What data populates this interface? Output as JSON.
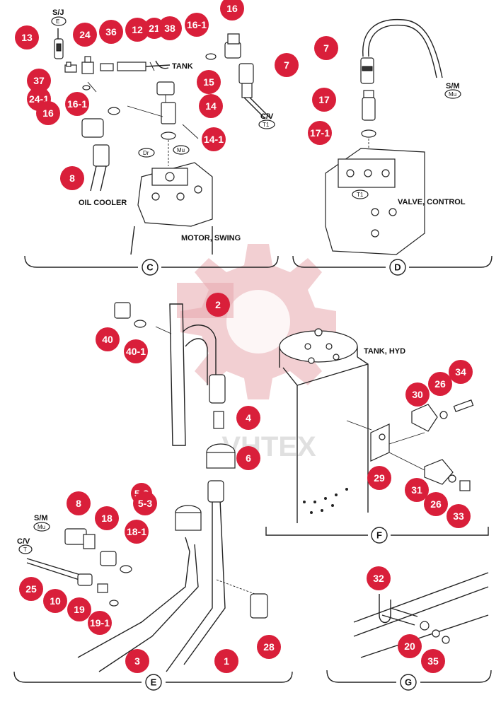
{
  "labels": {
    "sj": "S/J",
    "e_badge": "E",
    "tank": "TANK",
    "oil_cooler": "OIL COOLER",
    "motor_swing": "MOTOR, SWING",
    "cv": "C/V",
    "t1_badge": "T1",
    "dr_badge": "Dr",
    "mu_badge": "Mu",
    "sm": "S/M",
    "mu_badge_d": "Mu",
    "valve_control": "VALVE, CONTROL",
    "t1_badge_d": "T1",
    "tank_hyd": "TANK, HYD",
    "sm_e": "S/M",
    "mu_badge_e": "Mu",
    "cv_e": "C/V",
    "t_badge_e": "T",
    "watermark": "VHTEX"
  },
  "sections": {
    "c": "C",
    "d": "D",
    "e": "E",
    "f": "F",
    "g": "G"
  },
  "callouts": [
    "13",
    "24",
    "36",
    "12",
    "21",
    "38",
    "16-1",
    "16",
    "37",
    "24-1",
    "16-1",
    "16",
    "15",
    "14",
    "14-1",
    "7",
    "8",
    "7",
    "17",
    "17-1",
    "2",
    "40",
    "40-1",
    "4",
    "6",
    "5-3",
    "5-3",
    "8",
    "18",
    "18-1",
    "25",
    "10",
    "19",
    "19-1",
    "3",
    "1",
    "28",
    "30",
    "26",
    "34",
    "29",
    "31",
    "26",
    "33",
    "32",
    "20",
    "35"
  ],
  "colors": {
    "callout": "#d91f3a",
    "watermark": "#e8a8ad",
    "line": "#222222"
  }
}
